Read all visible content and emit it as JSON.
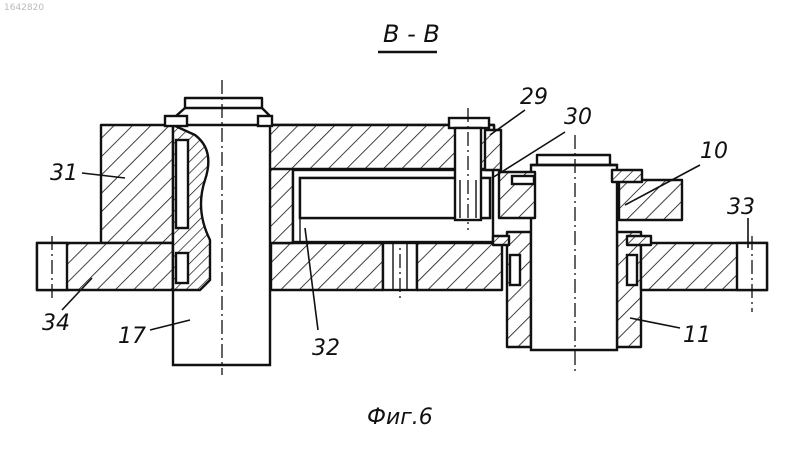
{
  "document": {
    "stamp": "1642820",
    "section_title": "В - В",
    "caption": "Фиг.6"
  },
  "callouts": {
    "c29": "29",
    "c30": "30",
    "c10": "10",
    "c31": "31",
    "c33": "33",
    "c34": "34",
    "c17": "17",
    "c32": "32",
    "c11": "11"
  }
}
